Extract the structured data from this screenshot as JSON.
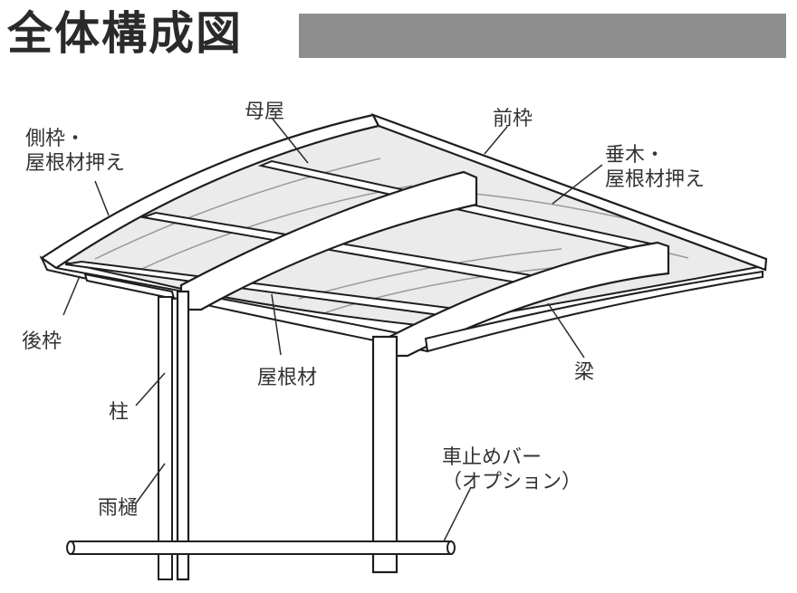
{
  "header": {
    "title": "全体構成図",
    "bar_color": "#8e8e8e"
  },
  "labels": {
    "side_frame": [
      "側枠・",
      "屋根材押え"
    ],
    "purlin": "母屋",
    "front_frame": "前枠",
    "rafter": [
      "垂木・",
      "屋根材押え"
    ],
    "rear_frame": "後枠",
    "roof_material": "屋根材",
    "beam": "梁",
    "post": "柱",
    "gutter": "雨樋",
    "car_stop": [
      "車止めバー",
      "（オプション）"
    ]
  },
  "colors": {
    "line": "#1e1e1e",
    "roof_fill": "#ebebeb",
    "frame_fill": "#ffffff"
  }
}
